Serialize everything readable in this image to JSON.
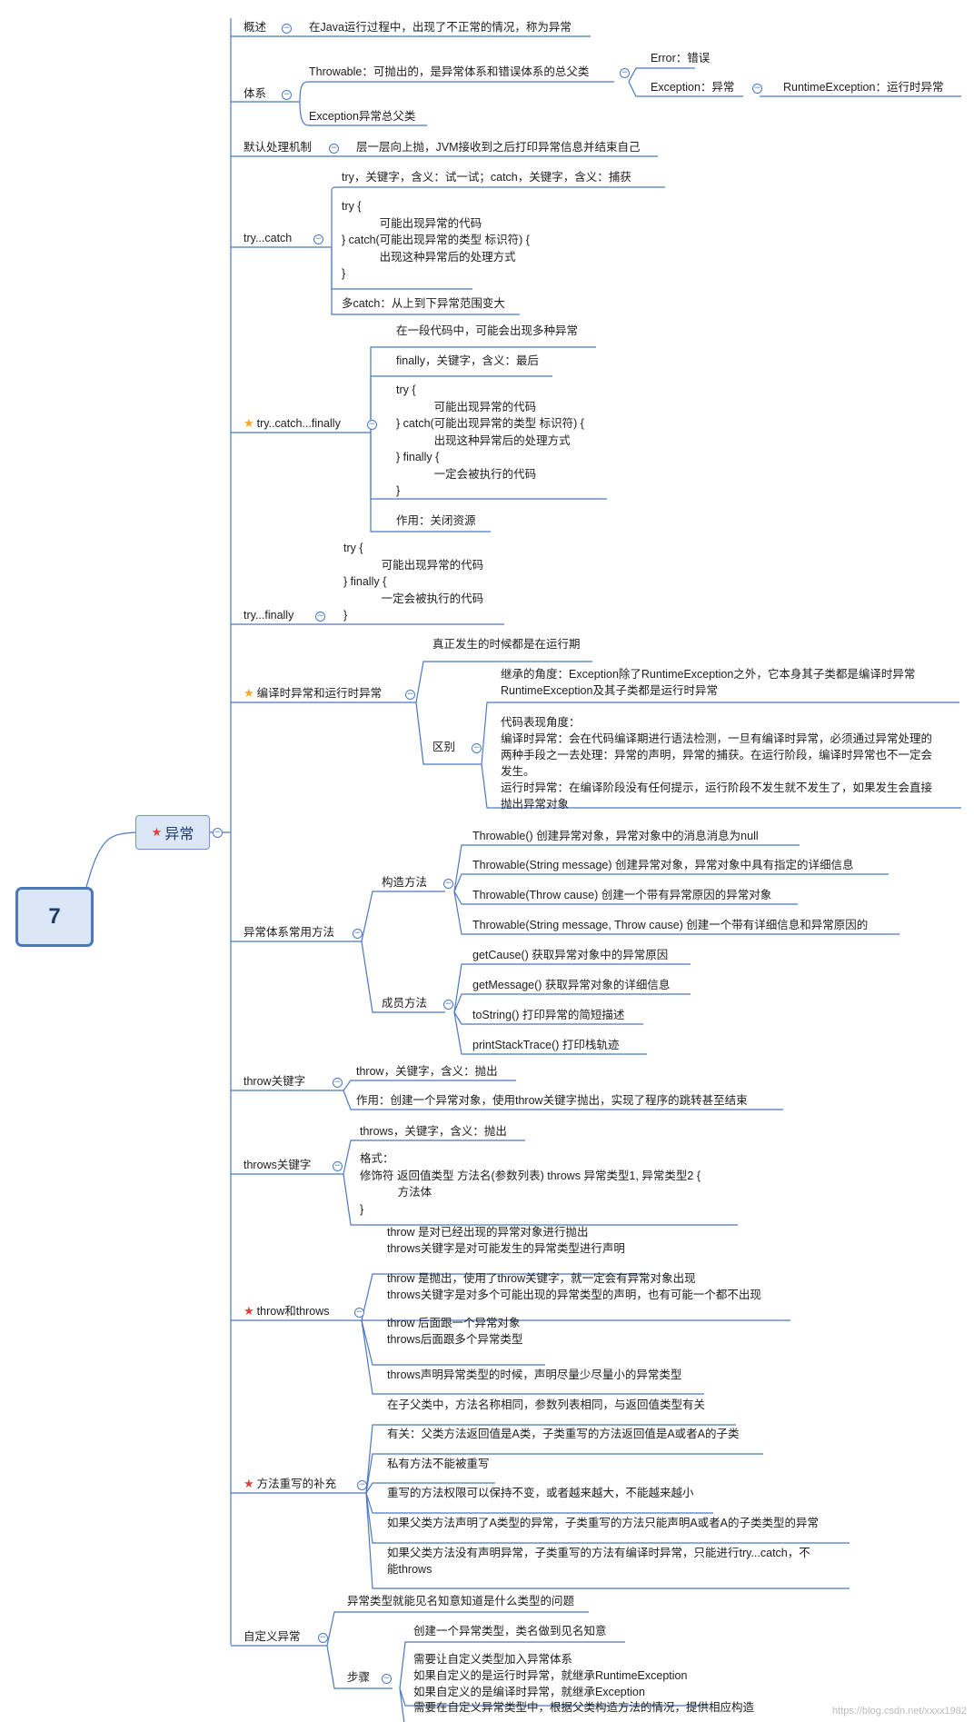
{
  "root": {
    "label": "7"
  },
  "center": {
    "label": "异常",
    "star_icon": "red-star-icon"
  },
  "branches": {
    "overview": {
      "label": "概述",
      "child": "在Java运行过程中，出现了不正常的情况，称为异常"
    },
    "system": {
      "label": "体系",
      "throwable": "Throwable：可抛出的，是异常体系和错误体系的总父类",
      "error": "Error：错误",
      "exception": "Exception：异常",
      "runtime": "RuntimeException：运行时异常",
      "exception_parent": "Exception异常总父类"
    },
    "default_handling": {
      "label": "默认处理机制",
      "child": "层一层向上抛，JVM接收到之后打印异常信息并结束自己"
    },
    "try_catch": {
      "label": "try...catch",
      "c1": "try，关键字，含义：试一试；catch，关键字，含义：捕获",
      "c2": "try {\n            可能出现异常的代码\n} catch(可能出现异常的类型 标识符) {\n            出现这种异常后的处理方式\n}",
      "c3": "多catch：从上到下异常范围变大"
    },
    "try_catch_finally": {
      "label": "try..catch...finally",
      "c1": "在一段代码中，可能会出现多种异常",
      "c2": "finally，关键字，含义：最后",
      "c3": "try {\n            可能出现异常的代码\n} catch(可能出现异常的类型 标识符) {\n            出现这种异常后的处理方式\n} finally {\n            一定会被执行的代码\n}",
      "c4": "作用：关闭资源"
    },
    "try_finally": {
      "label": "try...finally",
      "c1": "try {\n            可能出现异常的代码\n} finally {\n            一定会被执行的代码\n}"
    },
    "compile_runtime": {
      "label": "编译时异常和运行时异常",
      "c1": "真正发生的时候都是在运行期",
      "diff_label": "区别",
      "d1": "继承的角度：Exception除了RuntimeException之外，它本身其子类都是编译时异常\nRuntimeException及其子类都是运行时异常",
      "d2": "代码表现角度：\n编译时异常：会在代码编译期进行语法检测，一旦有编译时异常，必须通过异常处理的\n两种手段之一去处理：异常的声明，异常的捕获。在运行阶段，编译时异常也不一定会\n发生。\n运行时异常：在编译阶段没有任何提示，运行阶段不发生就不发生了，如果发生会直接\n抛出异常对象"
    },
    "common_methods": {
      "label": "异常体系常用方法",
      "ctor_label": "构造方法",
      "ctors": [
        "Throwable() 创建异常对象，异常对象中的消息消息为null",
        "Throwable(String message) 创建异常对象，异常对象中具有指定的详细信息",
        "Throwable(Throw cause) 创建一个带有异常原因的异常对象",
        "Throwable(String message, Throw cause) 创建一个带有详细信息和异常原因的"
      ],
      "member_label": "成员方法",
      "members": [
        "getCause() 获取异常对象中的异常原因",
        "getMessage() 获取异常对象的详细信息",
        "toString() 打印异常的简短描述",
        "printStackTrace() 打印栈轨迹"
      ]
    },
    "throw_kw": {
      "label": "throw关键字",
      "c1": "throw，关键字，含义：抛出",
      "c2": "作用：创建一个异常对象，使用throw关键字抛出，实现了程序的跳转甚至结束"
    },
    "throws_kw": {
      "label": "throws关键字",
      "c1": "throws，关键字，含义：抛出",
      "c2": "格式：\n修饰符 返回值类型 方法名(参数列表) throws 异常类型1, 异常类型2 {\n            方法体\n}"
    },
    "throw_and_throws": {
      "label": "throw和throws",
      "items": [
        "throw 是对已经出现的异常对象进行抛出\nthrows关键字是对可能发生的异常类型进行声明",
        "throw 是抛出，使用了throw关键字，就一定会有异常对象出现\nthrows关键字是对多个可能出现的异常类型的声明，也有可能一个都不出现",
        "throw 后面跟一个异常对象\nthrows后面跟多个异常类型",
        "throws声明异常类型的时候，声明尽量少尽量小的异常类型"
      ]
    },
    "override": {
      "label": "方法重写的补充",
      "items": [
        "在子父类中，方法名称相同，参数列表相同，与返回值类型有关",
        "有关：父类方法返回值是A类，子类重写的方法返回值是A或者A的子类",
        "私有方法不能被重写",
        "重写的方法权限可以保持不变，或者越来越大，不能越来越小",
        "如果父类方法声明了A类型的异常，子类重写的方法只能声明A或者A的子类类型的异常",
        "如果父类方法没有声明异常，子类重写的方法有编译时异常，只能进行try...catch，不\n能throws"
      ]
    },
    "custom": {
      "label": "自定义异常",
      "c1": "异常类型就能见名知意知道是什么类型的问题",
      "steps_label": "步骤",
      "steps": [
        "创建一个异常类型，类名做到见名知意",
        "需要让自定义类型加入异常体系\n如果自定义的是运行时异常，就继承RuntimeException\n如果自定义的是编译时异常，就继承Exception",
        "需要在自定义异常类型中，根据父类构造方法的情况，提供相应构造"
      ]
    }
  },
  "watermark": "https://blog.csdn.net/xxxx1982",
  "colors": {
    "line": "#4a78c0",
    "star_gold": "#f5a623",
    "star_red": "#e23b3b",
    "node_fill": "#dbe6f6"
  }
}
